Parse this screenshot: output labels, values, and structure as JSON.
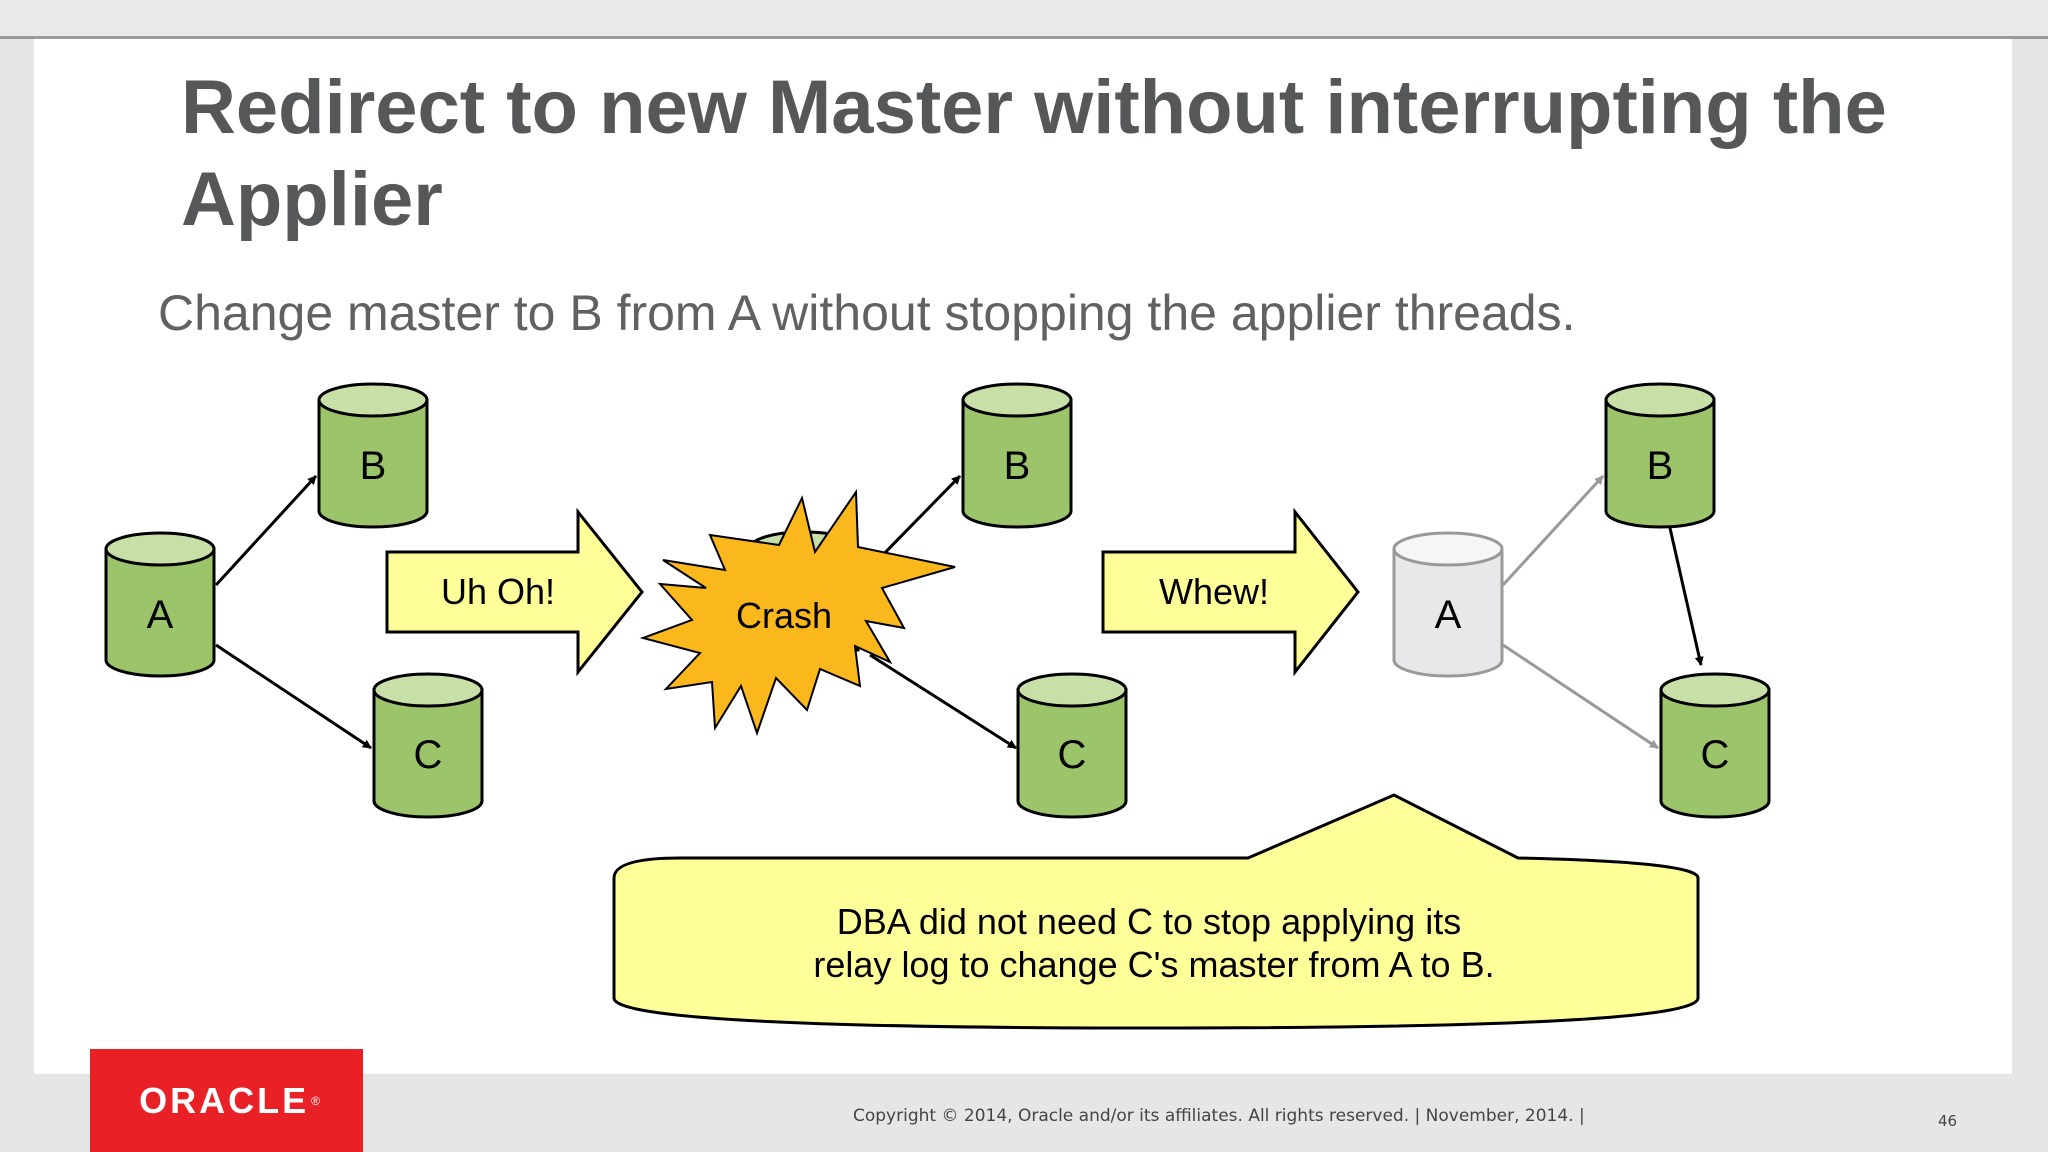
{
  "slide": {
    "title_line1": "Redirect to new Master without interrupting the",
    "title_line2": "Applier",
    "subtitle": "Change master to B from A without stopping the applier threads."
  },
  "diagram": {
    "stage1": {
      "a": "A",
      "b": "B",
      "c": "C"
    },
    "arrow1_label": "Uh Oh!",
    "stage2": {
      "b": "B",
      "c": "C",
      "crash": "Crash"
    },
    "arrow2_label": "Whew!",
    "stage3": {
      "a": "A",
      "b": "B",
      "c": "C"
    },
    "callout_line1": "DBA did not need C to stop applying its",
    "callout_line2": "relay log to change C's master from A to B."
  },
  "colors": {
    "db_green": "#9bc46b",
    "db_top": "#c8e0a8",
    "db_grey": "#e8e8ea",
    "arrow_fill": "#ffff99",
    "callout_fill": "#ffff99",
    "crash_fill": "#fbb81d",
    "oracle_red": "#ea2027"
  },
  "footer": {
    "logo": "ORACLE",
    "copyright": "Copyright © 2014, Oracle and/or its affiliates. All rights reserved.  |  November, 2014.  |",
    "page": "46"
  }
}
